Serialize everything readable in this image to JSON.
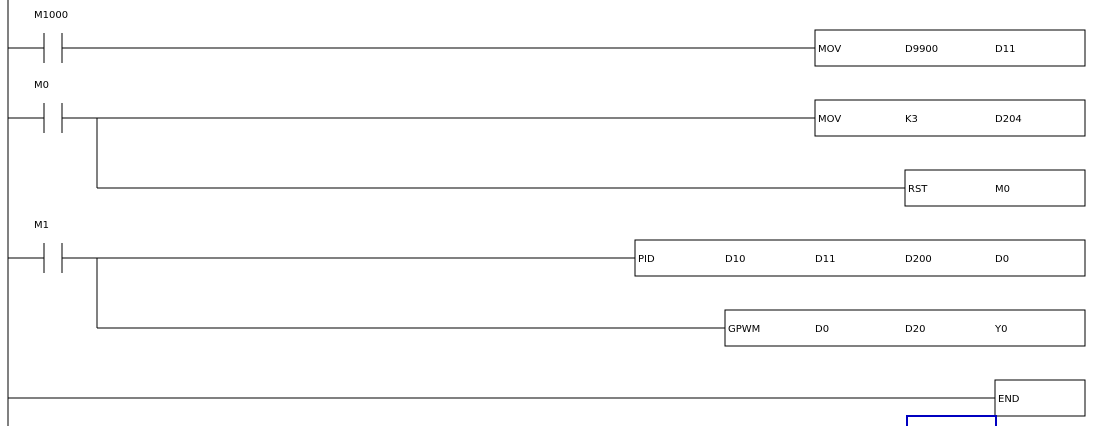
{
  "colors": {
    "background": "#ffffff",
    "line": "#000000",
    "cursor": "#0000c0"
  },
  "rungs": [
    {
      "contact": {
        "label": "M1000",
        "type": "normally-open"
      },
      "outputs": [
        {
          "instruction": "MOV",
          "operands": [
            "D9900",
            "D11"
          ]
        }
      ]
    },
    {
      "contact": {
        "label": "M0",
        "type": "normally-open"
      },
      "outputs": [
        {
          "instruction": "MOV",
          "operands": [
            "K3",
            "D204"
          ]
        },
        {
          "instruction": "RST",
          "operands": [
            "M0"
          ]
        }
      ]
    },
    {
      "contact": {
        "label": "M1",
        "type": "normally-open"
      },
      "outputs": [
        {
          "instruction": "PID",
          "operands": [
            "D10",
            "D11",
            "D200",
            "D0"
          ]
        },
        {
          "instruction": "GPWM",
          "operands": [
            "D0",
            "D20",
            "Y0"
          ]
        }
      ]
    },
    {
      "contact": null,
      "outputs": [
        {
          "instruction": "END",
          "operands": []
        }
      ]
    }
  ]
}
